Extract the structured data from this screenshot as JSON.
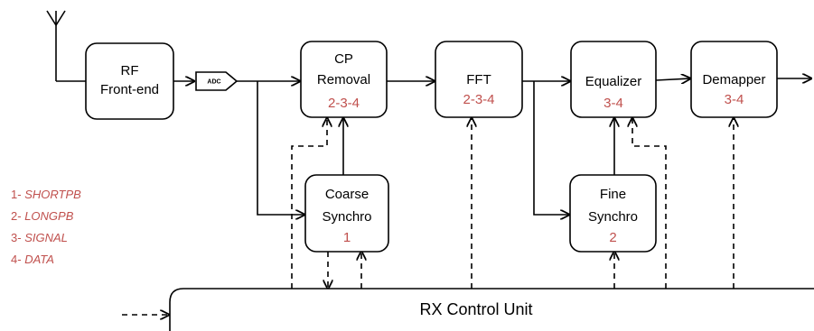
{
  "blocks": {
    "rf": {
      "line1": "RF",
      "line2": "Front-end"
    },
    "adc": {
      "label": "ADC"
    },
    "cp": {
      "line1": "CP",
      "line2": "Removal",
      "phases": "2-3-4"
    },
    "fft": {
      "line1": "FFT",
      "phases": "2-3-4"
    },
    "equalizer": {
      "line1": "Equalizer",
      "phases": "3-4"
    },
    "demapper": {
      "line1": "Demapper",
      "phases": "3-4"
    },
    "coarse": {
      "line1": "Coarse",
      "line2": "Synchro",
      "phases": "1"
    },
    "fine": {
      "line1": "Fine",
      "line2": "Synchro",
      "phases": "2"
    },
    "control": {
      "label": "RX Control Unit"
    }
  },
  "legend": [
    {
      "num": "1-",
      "name": "SHORTPB"
    },
    {
      "num": "2-",
      "name": "LONGPB"
    },
    {
      "num": "3-",
      "name": "SIGNAL"
    },
    {
      "num": "4-",
      "name": "DATA"
    }
  ],
  "colors": {
    "phase": "#c0504d",
    "line": "#000000"
  }
}
